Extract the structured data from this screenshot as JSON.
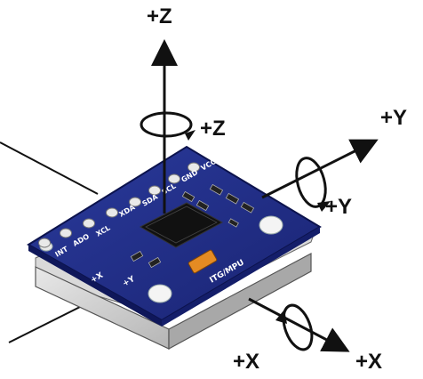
{
  "axes": {
    "z_top": "+Z",
    "z_rot": "+Z",
    "y_axis": "+Y",
    "y_rot": "+Y",
    "x_rot": "+X",
    "x_axis": "+X"
  },
  "board": {
    "pins": [
      "VCC",
      "GND",
      "SCL",
      "SDA",
      "XDA",
      "XCL",
      "ADO",
      "INT"
    ],
    "silkscreen_label": "ITG/MPU",
    "axis_marks": [
      "+X",
      "+Y"
    ],
    "color": "#1f2d86"
  },
  "icons": [
    "rotation-arrow-icon",
    "axis-arrow-icon"
  ]
}
